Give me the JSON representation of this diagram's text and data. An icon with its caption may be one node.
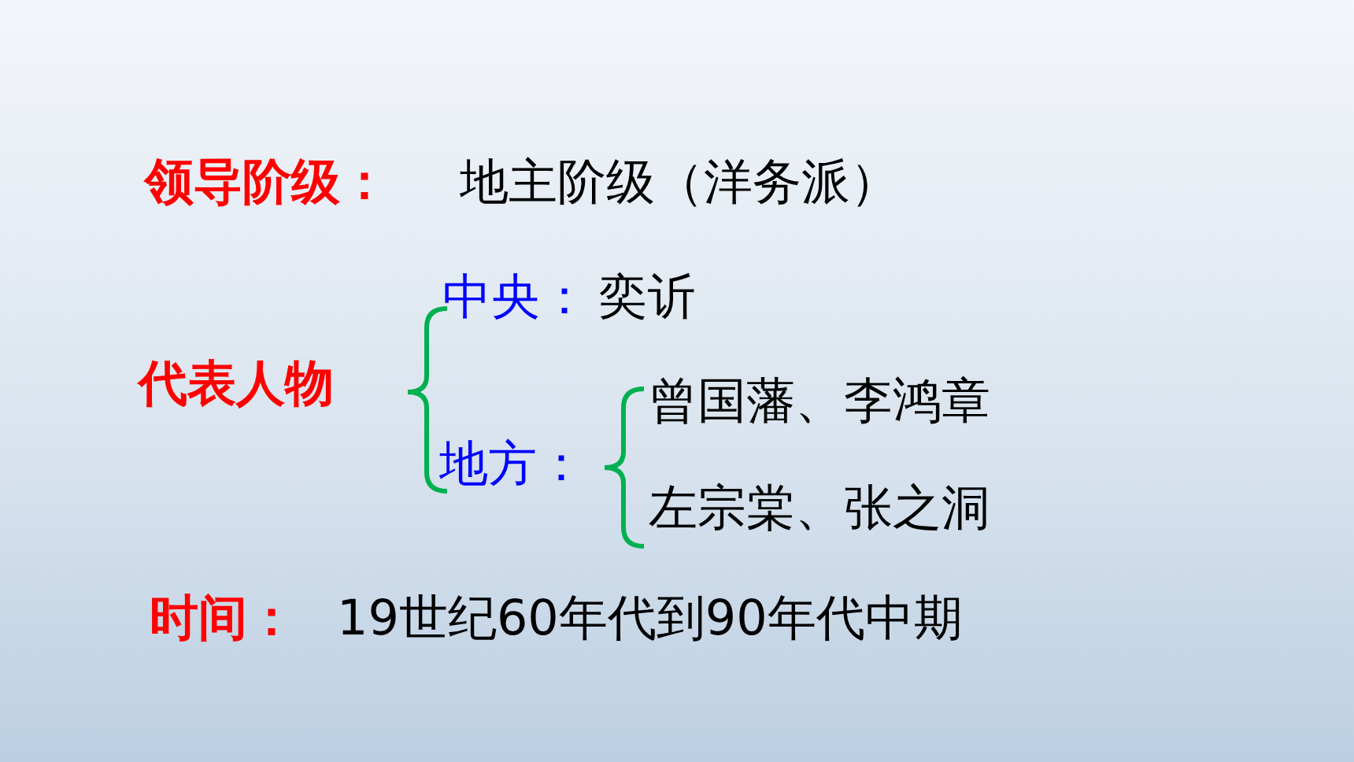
{
  "diagram": {
    "labels": [
      "领导阶级：",
      "地主阶级（洋务派）",
      "中央：",
      "奕䜣",
      "代表人物",
      "曾国藩、李鸿章",
      "地方：",
      "左宗棠、张之洞",
      "时间：",
      "19世纪60年代到90年代中期"
    ]
  }
}
